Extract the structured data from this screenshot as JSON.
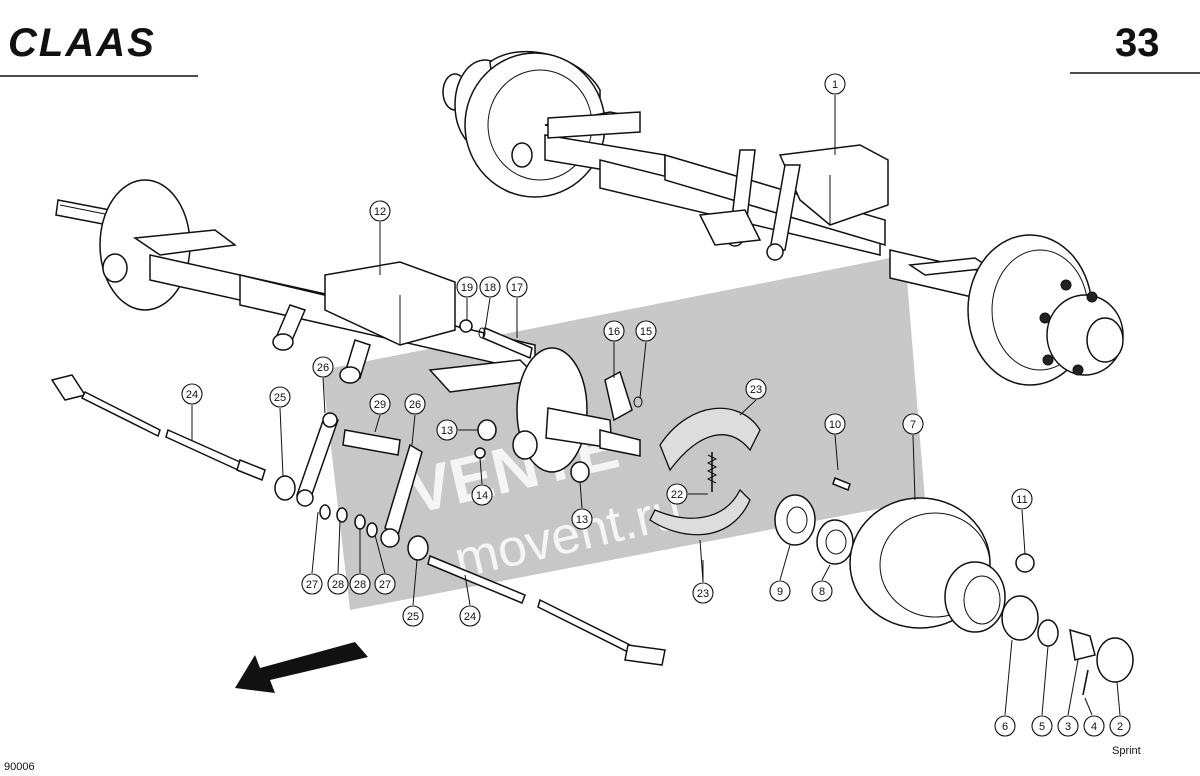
{
  "header": {
    "brand": "CLAAS",
    "page_number": "33"
  },
  "footer": {
    "drawing_code": "90006",
    "model": "Sprint"
  },
  "watermark": {
    "line1": "VENTE",
    "line2": "movent.ru"
  },
  "callouts": {
    "c1": "1",
    "c2": "2",
    "c3": "3",
    "c4": "4",
    "c5": "5",
    "c6": "6",
    "c7": "7",
    "c8": "8",
    "c9": "9",
    "c10": "10",
    "c11": "11",
    "c12": "12",
    "c13a": "13",
    "c13b": "13",
    "c14": "14",
    "c15": "15",
    "c16": "16",
    "c17": "17",
    "c18": "18",
    "c19": "19",
    "c22": "22",
    "c23a": "23",
    "c23b": "23",
    "c24a": "24",
    "c24b": "24",
    "c25a": "25",
    "c25b": "25",
    "c26a": "26",
    "c26b": "26",
    "c27a": "27",
    "c27b": "27",
    "c28a": "28",
    "c28b": "28",
    "c29": "29"
  }
}
